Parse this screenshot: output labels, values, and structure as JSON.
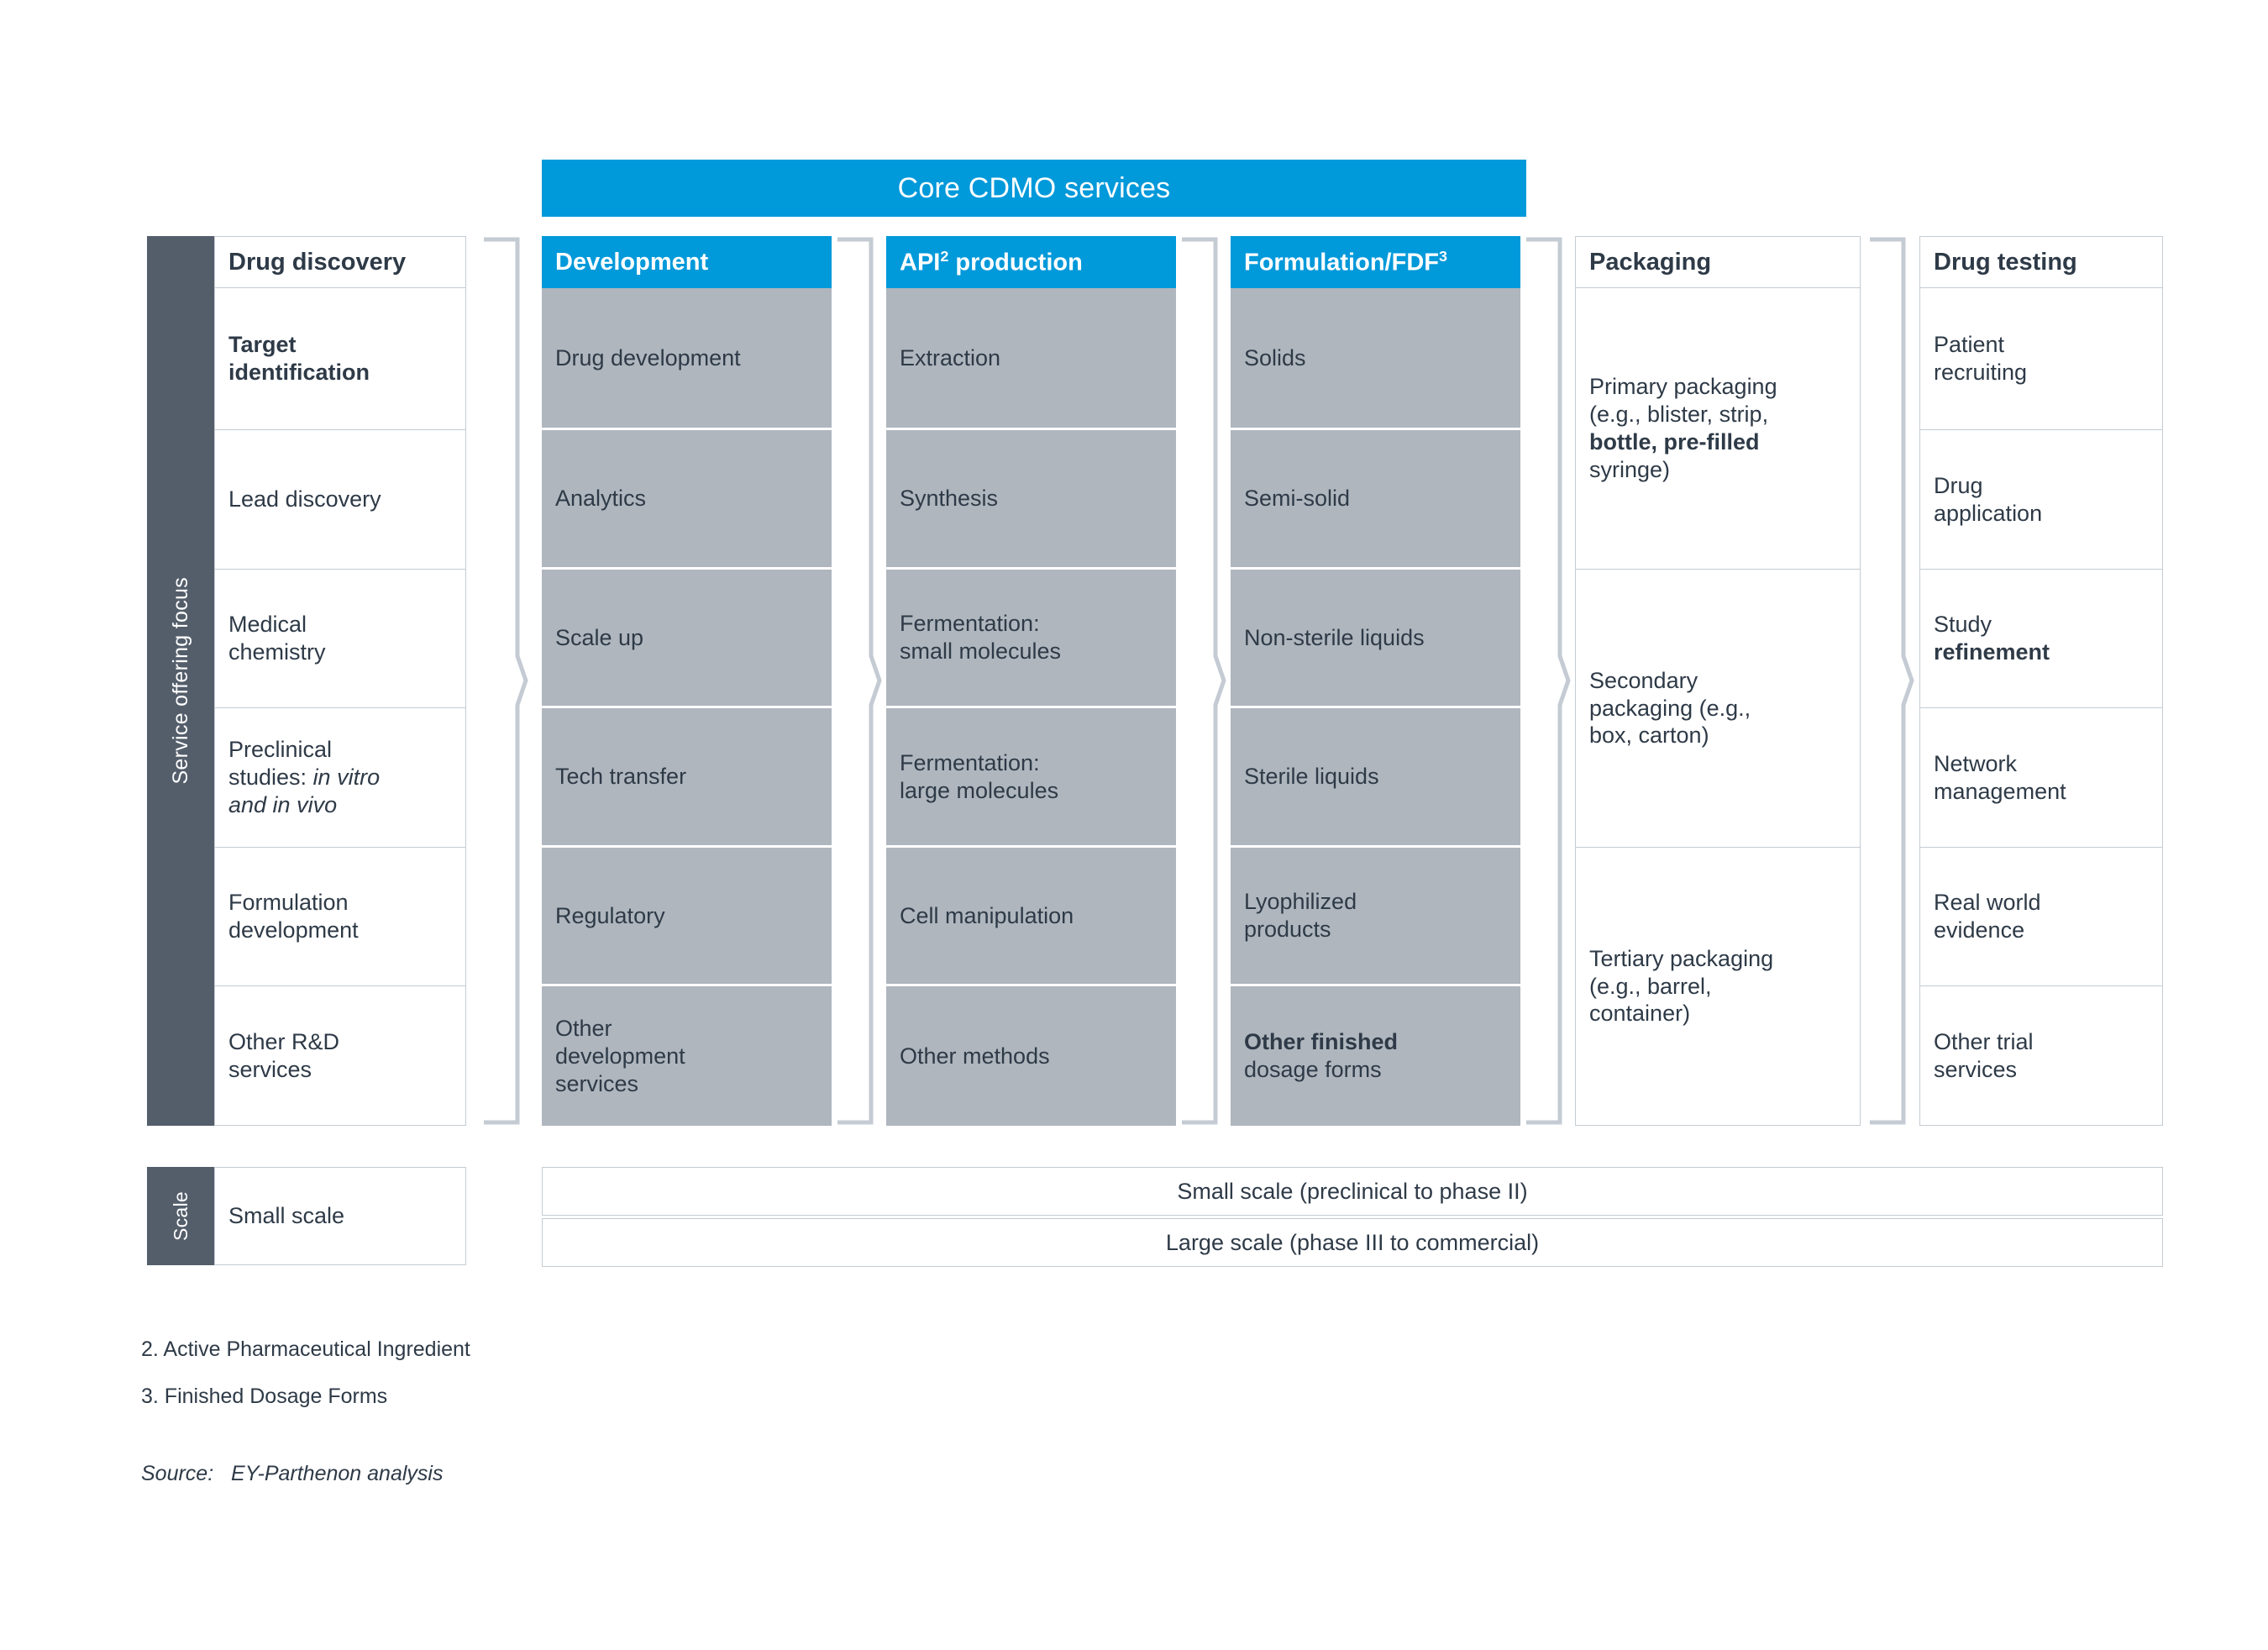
{
  "banner": {
    "title": "Core CDMO services"
  },
  "rails": {
    "focus": "Service offering focus",
    "scale": "Scale"
  },
  "colors": {
    "accent_blue": "#0099DA",
    "rail_gray": "#545E6B",
    "cell_gray": "#AFB6BE",
    "border_gray": "#C4CBD3",
    "text": "#2E3A47"
  },
  "columns": [
    {
      "id": "drug-discovery",
      "header": "Drug discovery",
      "header_style": "plain",
      "cell_style": "white",
      "items": [
        "Target identification",
        "Lead discovery",
        "Medical chemistry",
        "Preclinical studies: in vitro and in vivo",
        "Formulation development",
        "Other R&D services"
      ]
    },
    {
      "id": "development",
      "header": "Development",
      "header_style": "blue",
      "cell_style": "gray",
      "items": [
        "Drug development",
        "Analytics",
        "Scale up",
        "Tech transfer",
        "Regulatory",
        "Other development services"
      ]
    },
    {
      "id": "api-production",
      "header": "API2 production",
      "header_style": "blue",
      "cell_style": "gray",
      "items": [
        "Extraction",
        "Synthesis",
        "Fermentation: small molecules",
        "Fermentation: large molecules",
        "Cell manipulation",
        "Other methods"
      ]
    },
    {
      "id": "formulation-fdf",
      "header": "Formulation/FDF3",
      "header_style": "blue",
      "cell_style": "gray",
      "items": [
        "Solids",
        "Semi-solid",
        "Non-sterile liquids",
        "Sterile liquids",
        "Lyophilized products",
        "Other finished dosage forms"
      ]
    },
    {
      "id": "packaging",
      "header": "Packaging",
      "header_style": "plain",
      "cell_style": "white",
      "items": [
        "Primary packaging (e.g., blister, strip, bottle, pre-filled syringe)",
        "Secondary packaging (e.g., box, carton)",
        "Tertiary packaging (e.g., barrel, container)"
      ]
    },
    {
      "id": "drug-testing",
      "header": "Drug testing",
      "header_style": "plain",
      "cell_style": "white",
      "items": [
        "Patient recruiting",
        "Drug application",
        "Study refinement",
        "Network management",
        "Real world evidence",
        "Other trial services"
      ]
    }
  ],
  "scale": {
    "left_label": "Small scale",
    "bars": [
      "Small scale (preclinical to phase II)",
      "Large scale (phase III to commercial)"
    ]
  },
  "footnotes": [
    "2. Active Pharmaceutical Ingredient",
    "3. Finished Dosage Forms"
  ],
  "source": {
    "label": "Source:",
    "text": "EY-Parthenon analysis"
  }
}
